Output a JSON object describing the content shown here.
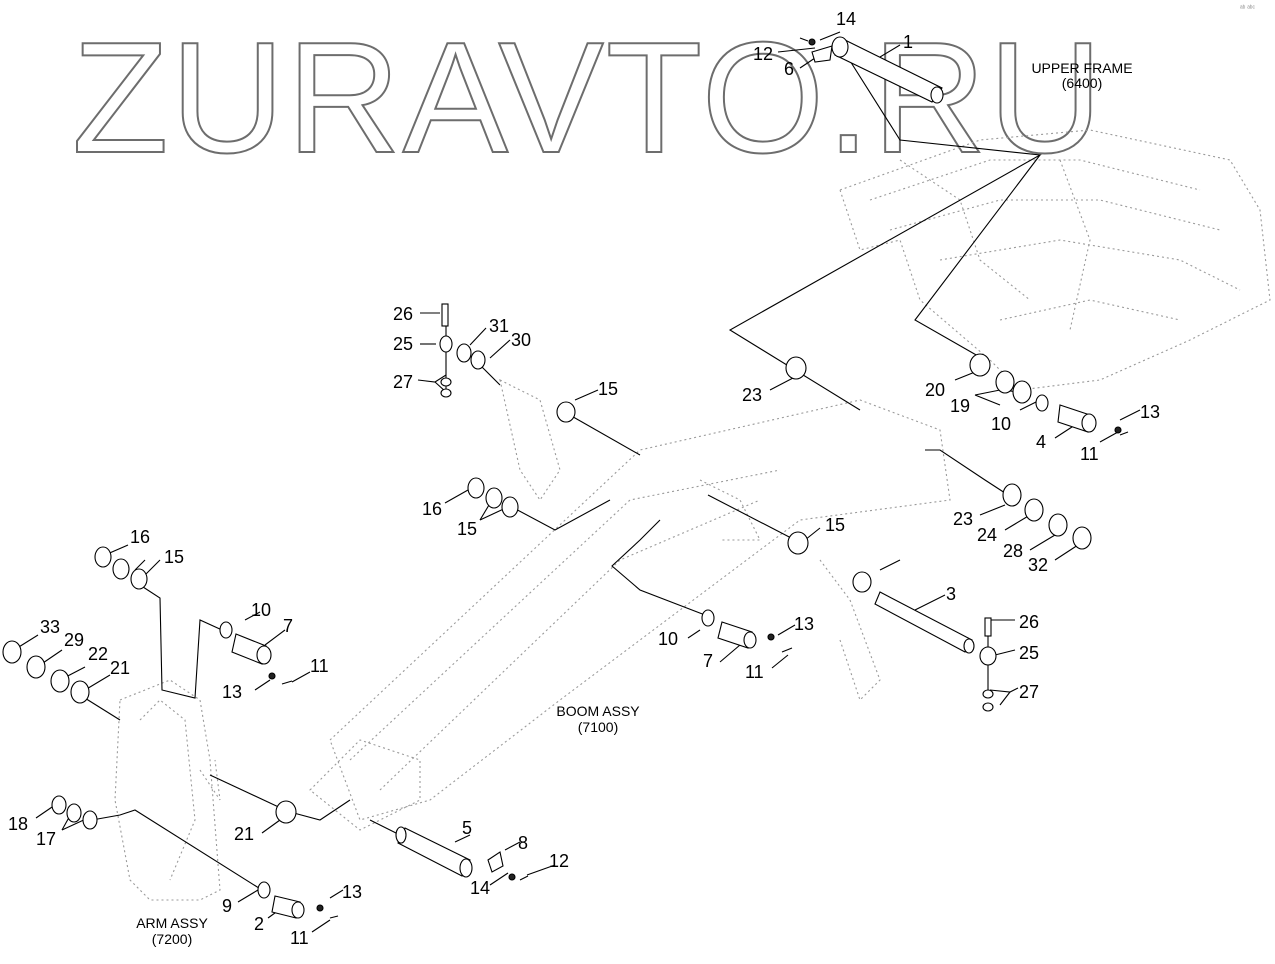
{
  "watermark": "ZURAVTO.RU",
  "corner_mark": "ᵃᵇ ᵃᵇᶜ",
  "assemblies": {
    "upper_frame": {
      "name": "UPPER FRAME",
      "code": "(6400)"
    },
    "boom": {
      "name": "BOOM ASSY",
      "code": "(7100)"
    },
    "arm": {
      "name": "ARM ASSY",
      "code": "(7200)"
    }
  },
  "callouts": [
    "14",
    "1",
    "12",
    "6",
    "26",
    "25",
    "31",
    "30",
    "27",
    "15",
    "23",
    "20",
    "19",
    "10",
    "4",
    "13",
    "11",
    "16",
    "15",
    "23",
    "24",
    "28",
    "32",
    "15",
    "3",
    "26",
    "25",
    "27",
    "10",
    "7",
    "13",
    "11",
    "16",
    "15",
    "10",
    "7",
    "33",
    "29",
    "22",
    "21",
    "11",
    "13",
    "18",
    "17",
    "21",
    "5",
    "8",
    "12",
    "14",
    "9",
    "2",
    "13",
    "11"
  ]
}
